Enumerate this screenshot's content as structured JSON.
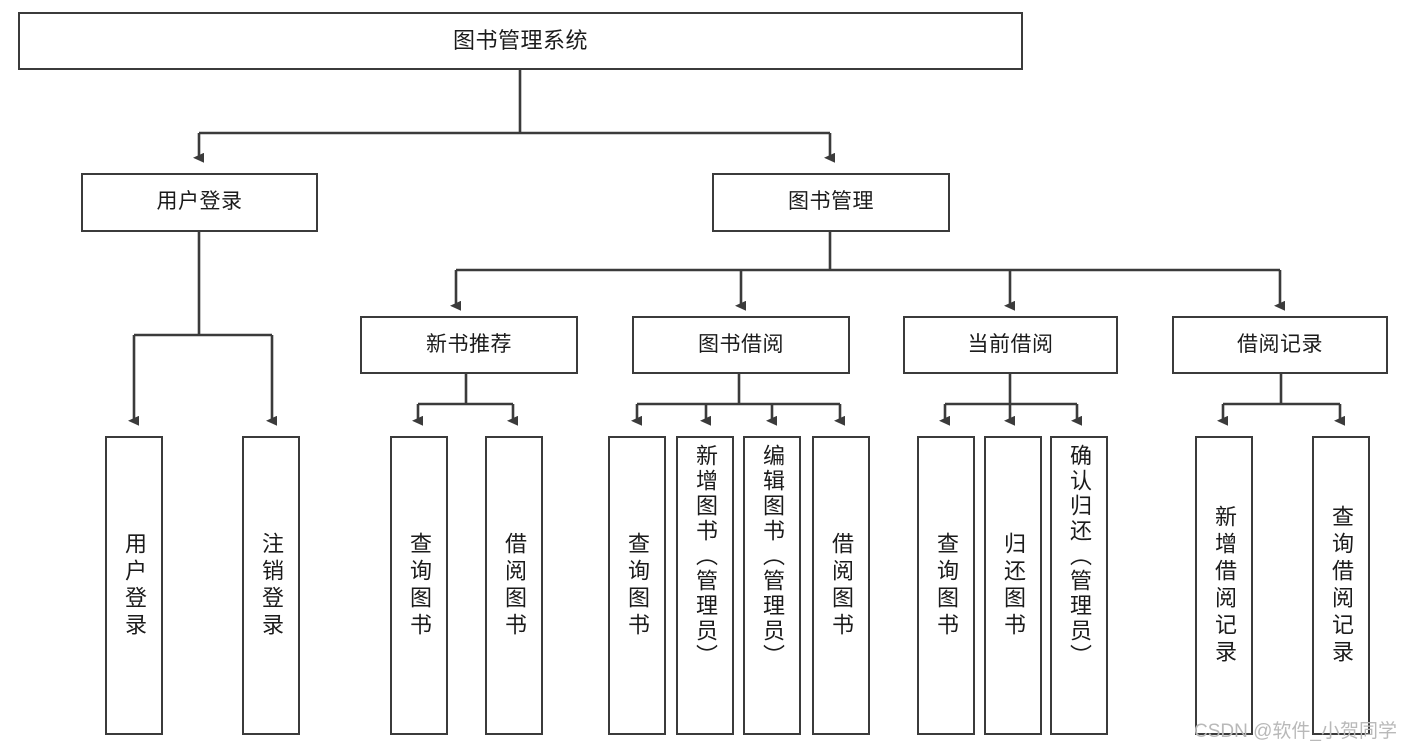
{
  "diagram": {
    "title": "图书管理系统",
    "watermark": "CSDN @软件_小贺同学",
    "colors": {
      "background": "#ffffff",
      "border": "#3b3b3b",
      "text": "#1b1b1b",
      "edge": "#3b3b3b",
      "watermark": "#b9b9b9"
    },
    "nodes": {
      "root": {
        "label": "图书管理系统"
      },
      "level2": [
        {
          "label": "用户登录"
        },
        {
          "label": "图书管理"
        }
      ],
      "level3": [
        {
          "label": "新书推荐"
        },
        {
          "label": "图书借阅"
        },
        {
          "label": "当前借阅"
        },
        {
          "label": "借阅记录"
        }
      ],
      "leaves": {
        "user_login": [
          {
            "label": "用户登录"
          },
          {
            "label": "注销登录"
          }
        ],
        "new_book_rec": [
          {
            "label": "查询图书"
          },
          {
            "label": "借阅图书"
          }
        ],
        "book_borrow": [
          {
            "label": "查询图书"
          },
          {
            "label": "新增图书（管理员）"
          },
          {
            "label": "编辑图书（管理员）"
          },
          {
            "label": "借阅图书"
          }
        ],
        "current_borrow": [
          {
            "label": "查询图书"
          },
          {
            "label": "归还图书"
          },
          {
            "label": "确认归还（管理员）"
          }
        ],
        "borrow_record": [
          {
            "label": "新增借阅记录"
          },
          {
            "label": "查询借阅记录"
          }
        ]
      }
    }
  }
}
